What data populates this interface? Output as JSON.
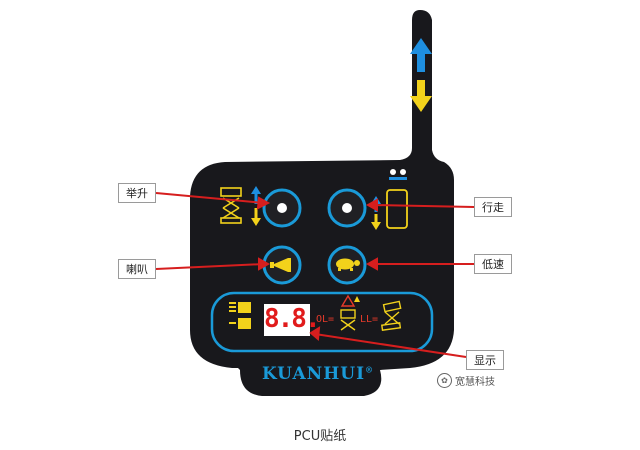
{
  "labels": {
    "lift": "举升",
    "drive": "行走",
    "horn": "喇叭",
    "low_speed": "低速",
    "display": "显示"
  },
  "panel": {
    "brand": "KUANHUI",
    "brand_mark": "®",
    "digits": "8.8.",
    "ol_label": "OL=",
    "ll_label": "LL="
  },
  "caption": "PCU贴纸",
  "watermark": "宽慧科技",
  "icons": {
    "up_arrow": "arrow-up-icon",
    "down_arrow": "arrow-down-icon",
    "lift": "scissor-lift-icon",
    "drive": "drive-wheels-icon",
    "horn": "horn-icon",
    "turtle": "turtle-icon"
  },
  "colors": {
    "panel": "#18181c",
    "ring": "#1a9ad8",
    "up_arrow": "#1e8fe0",
    "down_arrow": "#f2d21b",
    "digits": "#e11b1b",
    "callout_line": "#d61e1e",
    "status_red": "#e63a2a"
  }
}
